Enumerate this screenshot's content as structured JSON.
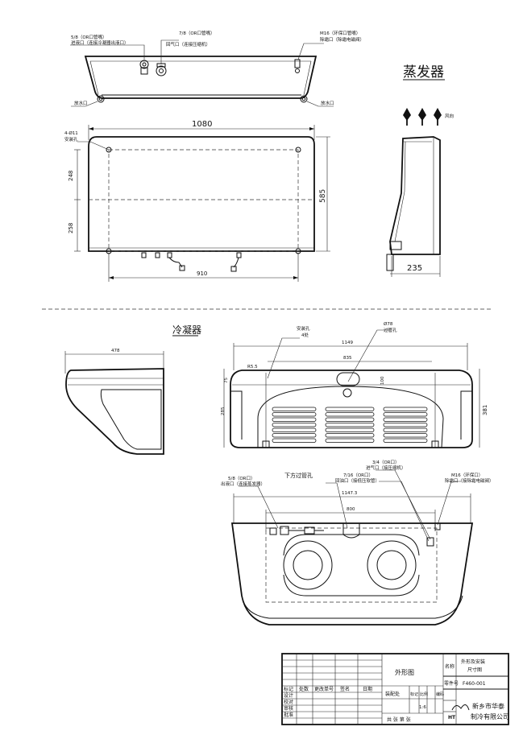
{
  "evaporator": {
    "title": "蒸发器",
    "wind_dir": "风向",
    "port_liquid_size": "5/8（OR口管嘴）",
    "port_liquid_desc": "进液口（连接冷凝器出液口）",
    "port_gas_size": "7/8（OR口管嘴）",
    "port_gas_desc": "回气口（连接压缩机）",
    "port_defrost_size": "M16（环保口管嘴）",
    "port_defrost_desc": "除霜口（除霜电磁阀）",
    "drain_left": "放水口",
    "drain_right": "放水口",
    "holes": "4-Ø11",
    "holes_desc": "安装孔",
    "dim_width": "1080",
    "dim_bottom": "910",
    "dim_left_top": "248",
    "dim_left_bottom": "258",
    "dim_height": "585",
    "dim_depth": "235"
  },
  "condenser": {
    "title": "冷凝器",
    "side_width": "478",
    "front_width": "1149",
    "hole_label": "安装孔",
    "hole_count": "4处",
    "pipe_hole": "Ø78",
    "pipe_hole_desc": "过管孔",
    "dim_835": "835",
    "dim_r": "R5.5",
    "dim_75": "75",
    "dim_100": "100",
    "dim_285": "285",
    "dim_381": "381",
    "bottom_port_liquid_size": "5/8（OR口）",
    "bottom_port_liquid_desc": "出液口（连接蒸发器）",
    "bottom_pipe_hole": "下方过管孔",
    "bottom_port_in_size": "3/4（OR口）",
    "bottom_port_in_desc": "进气口（接压缩机）",
    "bottom_port_ret_size": "7/16（OR口）",
    "bottom_port_ret_desc": "回油口（接低压软管）",
    "bottom_port_m16_size": "M16（环保口）",
    "bottom_port_m16_desc": "除霜口（接除霜电磁阀）",
    "dim_1147": "1147.3",
    "dim_800": "800"
  },
  "title_block": {
    "drawing_name": "外形图",
    "name_label": "名称",
    "name_value_1": "外形及安装",
    "name_value_2": "尺寸图",
    "part_label": "零件号",
    "part_value": "F460-001",
    "r_mark": "标记",
    "r_count": "处数",
    "r_change": "更改单号",
    "r_sign": "签名",
    "r_date": "日期",
    "design": "设计",
    "proof": "校对",
    "review": "审核",
    "approve": "批准",
    "assembly": "装配处",
    "mark": "标记",
    "ratio": "比例",
    "code": "编码",
    "scale_value": "1:6",
    "sheets": "共 张 第 张",
    "company_1": "新乡市华泰",
    "company_2": "制冷有限公司",
    "logo_text": "HT"
  }
}
